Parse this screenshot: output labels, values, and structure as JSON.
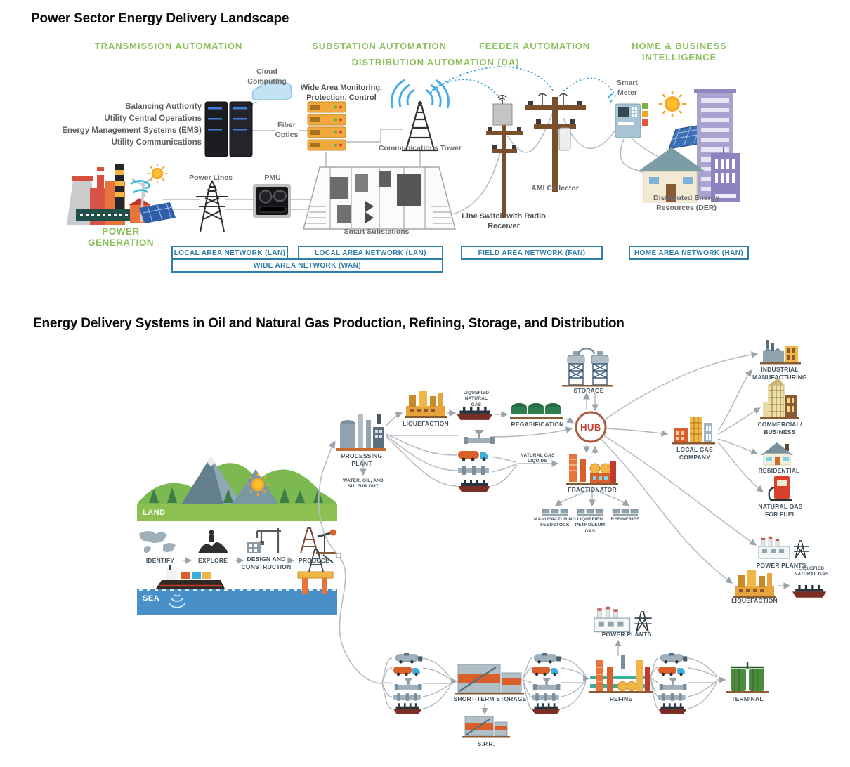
{
  "power_diagram": {
    "title": "Power Sector Energy Delivery Landscape",
    "headers": {
      "transmission": "TRANSMISSION  AUTOMATION",
      "substation": "SUBSTATION  AUTOMATION",
      "distribution": "DISTRIBUTION  AUTOMATION  (DA)",
      "feeder": "FEEDER  AUTOMATION",
      "home_line1": "HOME  &  BUSINESS",
      "home_line2": "INTELLIGENCE"
    },
    "labels": {
      "cloud": "Cloud Computing",
      "balancing_authority": "Balancing Authority",
      "utility_central_operations": "Utility Central Operations",
      "ems": "Energy Management Systems (EMS)",
      "utility_communications": "Utility Communications",
      "fiber_optics": "Fiber Optics",
      "wide_area_monitoring": "Wide Area Monitoring, Protection, Control",
      "communications_tower": "Communications Tower",
      "line_switch": "Line Switch with Radio Receiver",
      "ami_collector": "AMI Collector",
      "smart_meter": "Smart Meter",
      "der": "Distributed Energy Resources (DER)",
      "power_generation": "POWER GENERATION",
      "power_lines": "Power Lines",
      "pmu": "PMU",
      "smart_substations": "Smart Substations"
    },
    "networks": {
      "lan1": "LOCAL AREA NETWORK (LAN)",
      "lan2": "LOCAL AREA NETWORK (LAN)",
      "fan": "FIELD AREA NETWORK (FAN)",
      "han": "HOME AREA NETWORK (HAN)",
      "wan": "WIDE AREA NETWORK (WAN)"
    }
  },
  "oil_diagram": {
    "title": "Energy Delivery Systems in Oil and Natural Gas Production, Refining, Storage, and Distribution",
    "scene": {
      "land": "LAND",
      "sea": "SEA",
      "steps": [
        {
          "label": "IDENTIFY"
        },
        {
          "label": "EXPLORE"
        },
        {
          "label": "DESIGN AND CONSTRUCTION"
        },
        {
          "label": "PRODUCE"
        }
      ]
    },
    "nodes": {
      "processing_plant": "PROCESSING PLANT",
      "water_out": "WATER, OIL, AND SULFUR OUT",
      "liquefaction": "LIQUEFACTION",
      "lng_ship1": "LIQUEFIED NATURAL GAS",
      "regasification": "REGASIFICATION",
      "storage": "STORAGE",
      "hub": "HUB",
      "natural_gas_liquids": "NATURAL GAS LIQUIDS",
      "fractionator": "FRACTIONATOR",
      "manufacturing_feedstock": "MANUFACTURING FEEDSTOCK",
      "liquefied_petroleum_gas": "LIQUEFIED PETROLEUM GAS",
      "refineries": "REFINERIES",
      "local_gas_company": "LOCAL GAS COMPANY",
      "industrial_manufacturing": "INDUSTRIAL MANUFACTURING",
      "commercial_business": "COMMERCIAL/ BUSINESS",
      "residential": "RESIDENTIAL",
      "natural_gas_for_fuel": "NATURAL GAS FOR FUEL",
      "power_plants_right": "POWER PLANTS",
      "liquefaction2": "LIQUEFACTION",
      "lng_ship2": "LIQUEFIED NATURAL GAS",
      "short_term_storage": "SHORT-TERM STORAGE",
      "spr": "S.P.R.",
      "refine": "REFINE",
      "power_plants_bottom": "POWER PLANTS",
      "terminal": "TERMINAL"
    }
  },
  "colors": {
    "section_green": "#8CBF5E",
    "network_blue": "#2E7CA8",
    "hub_red": "#C0392B",
    "land_green": "#8CC152",
    "sea_blue": "#4A90C8",
    "dashed_wireless_blue": "#3E9EDB"
  }
}
